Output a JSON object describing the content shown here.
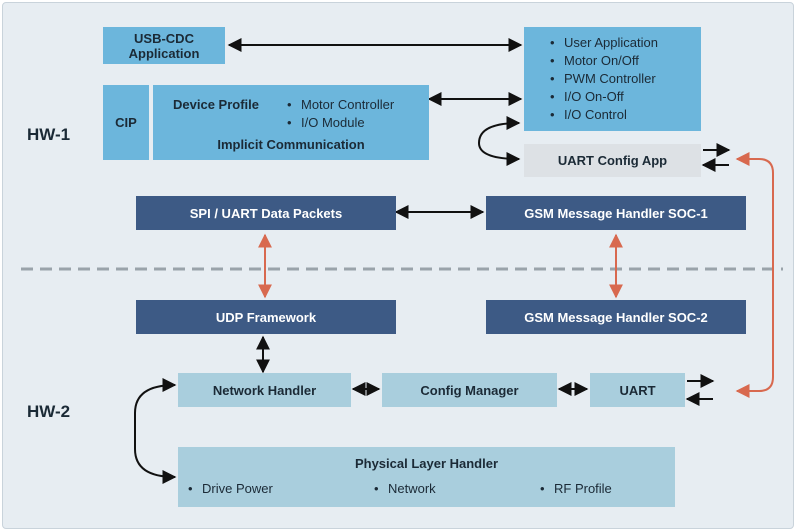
{
  "regions": {
    "hw1_label": "HW-1",
    "hw2_label": "HW-2"
  },
  "hw1": {
    "usb_cdc": {
      "line1": "USB-CDC",
      "line2": "Application"
    },
    "user_app_items": [
      "User Application",
      "Motor On/Off",
      "PWM Controller",
      "I/O On-Off",
      "I/O Control"
    ],
    "cip": "CIP",
    "device_profile": {
      "title": "Device Profile",
      "items": [
        "Motor Controller",
        "I/O Module"
      ],
      "footer": "Implicit Communication"
    },
    "uart_config_app": "UART Config App",
    "spi_uart": "SPI / UART Data Packets",
    "gsm_soc1": "GSM Message Handler SOC-1"
  },
  "hw2": {
    "udp": "UDP Framework",
    "gsm_soc2": "GSM Message Handler SOC-2",
    "network_handler": "Network Handler",
    "config_manager": "Config Manager",
    "uart": "UART",
    "physical_layer": {
      "title": "Physical Layer Handler",
      "items": [
        "Drive Power",
        "Network",
        "RF Profile"
      ]
    }
  },
  "colors": {
    "light_blue": "#6cb6dc",
    "dark_blue": "#3d5a85",
    "pale_blue": "#a9cedd",
    "grey": "#dde1e5",
    "black_arrow": "#111111",
    "red_arrow": "#d8694f"
  }
}
